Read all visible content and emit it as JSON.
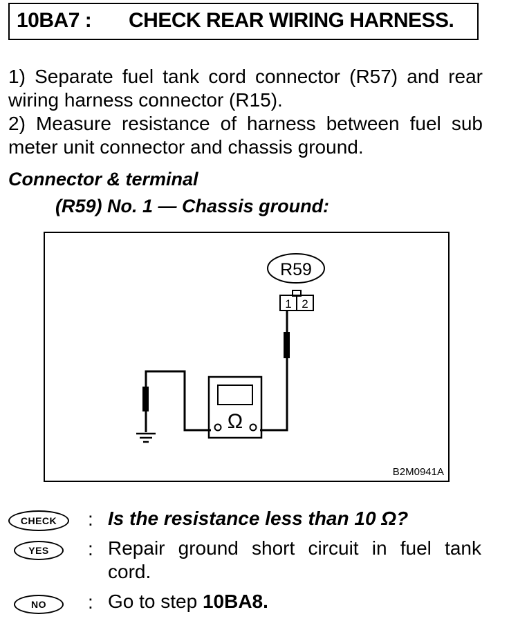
{
  "title": {
    "code": "10BA7 :",
    "text": "CHECK REAR WIRING HARNESS."
  },
  "steps": [
    "1) Separate fuel tank cord connector (R57) and rear wiring harness connector (R15).",
    "2) Measure resistance of harness between fuel sub meter unit connector and chassis ground."
  ],
  "spec": {
    "heading": "Connector & terminal",
    "line": "(R59) No. 1 — Chassis ground:"
  },
  "figure": {
    "connector_label": "R59",
    "pin_1": "1",
    "pin_2": "2",
    "meter_symbol": "Ω",
    "figure_code": "B2M0941A"
  },
  "qa": {
    "check_badge": "CHECK",
    "question": "Is the resistance less than 10 Ω?",
    "yes_badge": "YES",
    "yes_line1": "Repair ground short circuit in fuel tank",
    "yes_line2": "cord.",
    "no_badge": "NO",
    "no_prefix": "Go to step ",
    "no_step": "10BA8."
  },
  "separator": ":"
}
